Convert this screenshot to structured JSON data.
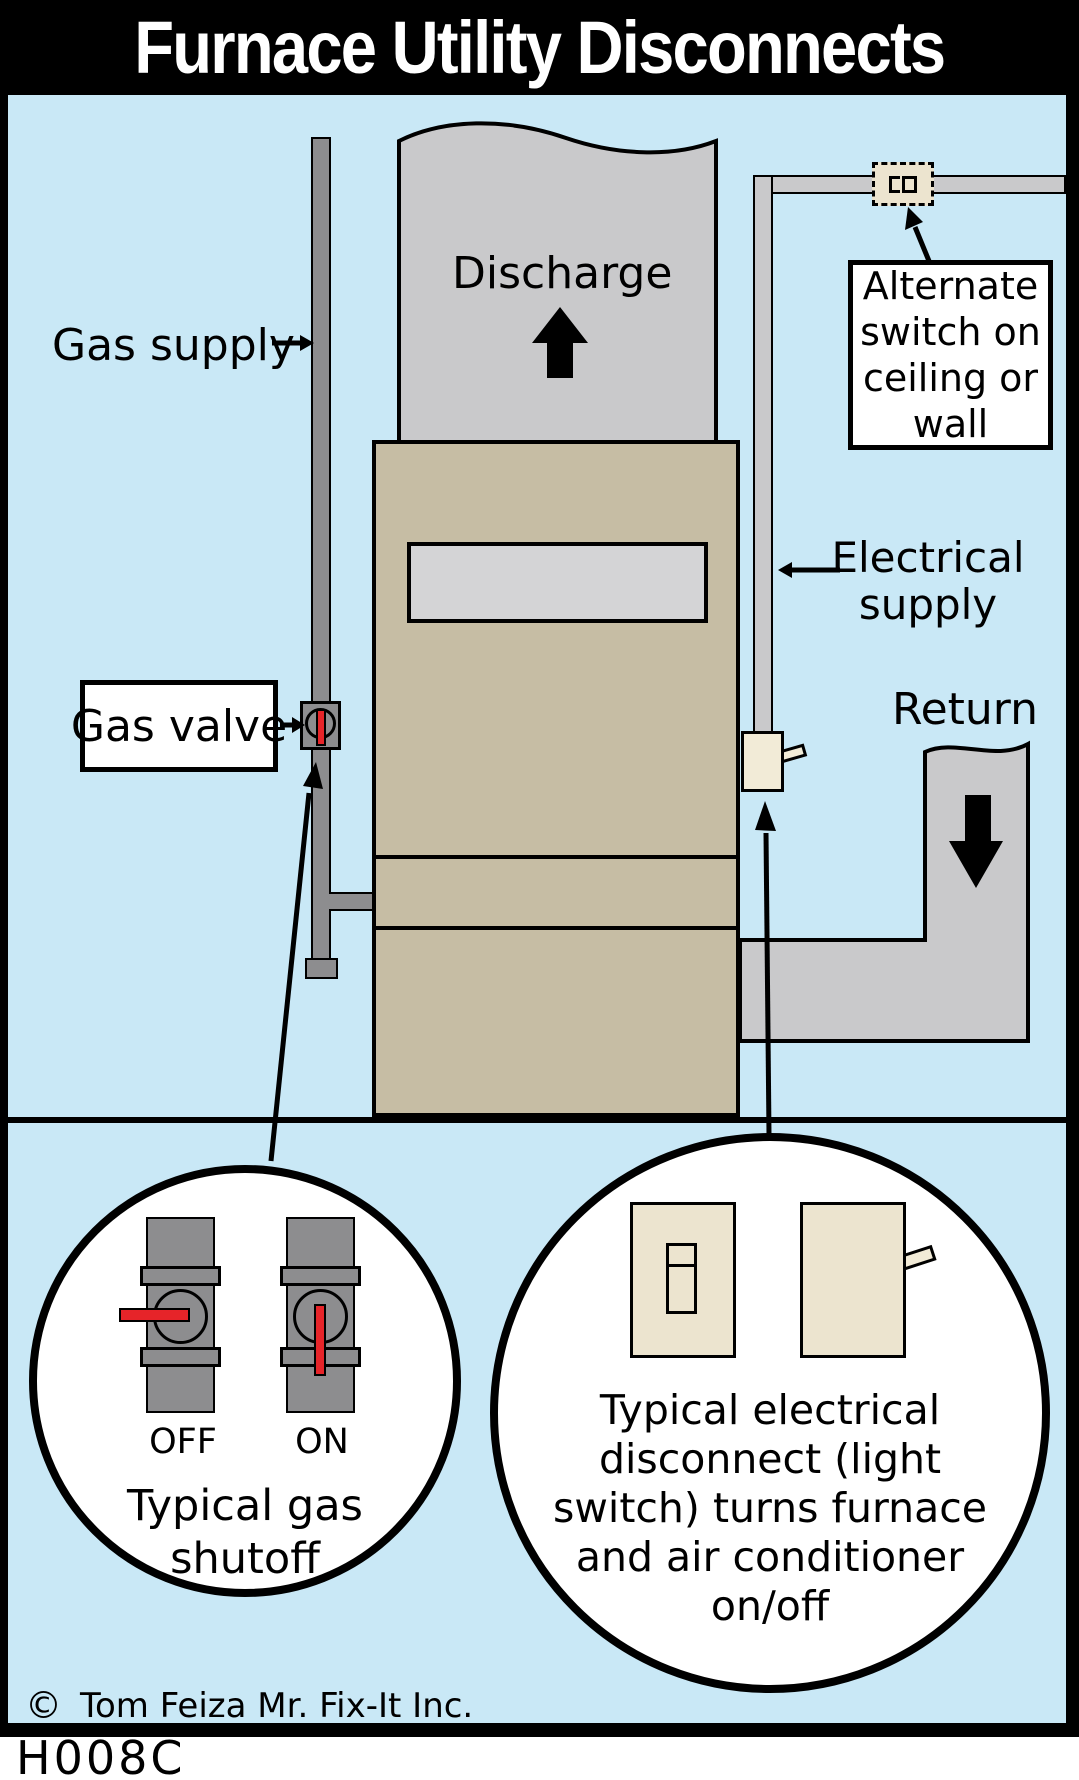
{
  "title": "Furnace Utility Disconnects",
  "labels": {
    "gas_supply": "Gas supply",
    "discharge": "Discharge",
    "electrical_supply_lines": [
      "Electrical",
      "supply"
    ],
    "return": "Return",
    "gas_valve": "Gas valve",
    "alternate_switch_lines": [
      "Alternate",
      "switch on",
      "ceiling or",
      "wall"
    ]
  },
  "callouts": {
    "gas_shutoff": {
      "off": "OFF",
      "on": "ON",
      "caption_lines": [
        "Typical gas",
        "shutoff"
      ]
    },
    "electrical_disconnect": {
      "caption_lines": [
        "Typical electrical",
        "disconnect (light",
        "switch) turns furnace",
        "and air conditioner",
        "on/off"
      ]
    }
  },
  "footer": {
    "copyright_symbol": "©",
    "copyright": "Tom Feiza Mr. Fix-It Inc.",
    "code": "H008C"
  },
  "colors": {
    "background": "#ffffff",
    "panel-blue": "#c9e8f6",
    "furnace-tan": "#c6bda4",
    "duct-gray": "#c9c9cb",
    "panel-gray": "#d4d4d6",
    "pipe-gray": "#8d8d8f",
    "cream": "#f2ebd7",
    "switch-cream": "#ece4cf",
    "handle-red": "#e62429",
    "ink": "#000000",
    "title-bg": "#000000",
    "title-text": "#ffffff"
  }
}
